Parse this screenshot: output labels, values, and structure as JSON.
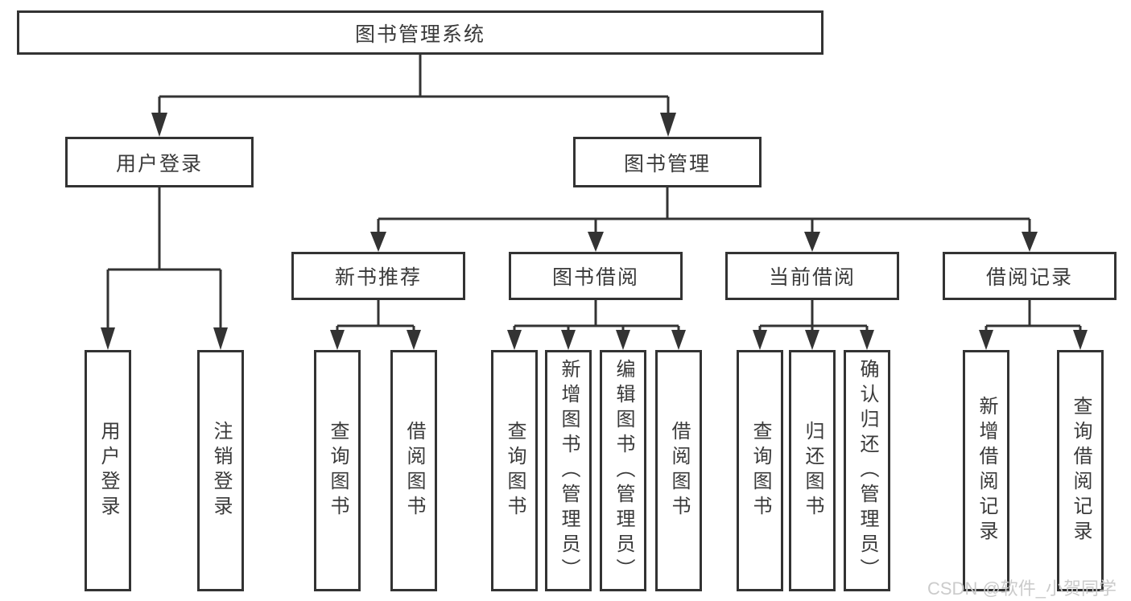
{
  "colors": {
    "line": "#333333",
    "box_border": "#333333",
    "box_fill": "#ffffff",
    "text": "#3a3a3a",
    "watermark": "#cbcbcb",
    "background": "#ffffff"
  },
  "nodes": {
    "root": "图书管理系统",
    "user_login": "用户登录",
    "book_management": "图书管理",
    "new_book_recommend": "新书推荐",
    "book_borrow": "图书借阅",
    "current_borrow": "当前借阅",
    "borrow_record": "借阅记录",
    "ul_user_login": "用户登录",
    "ul_logout": "注销登录",
    "nb_query_book": "查询图书",
    "nb_borrow_book": "借阅图书",
    "bb_query_book": "查询图书",
    "bb_add_book": "新增图书（管理员）",
    "bb_edit_book": "编辑图书（管理员）",
    "bb_borrow_book": "借阅图书",
    "cb_query_book": "查询图书",
    "cb_return_book": "归还图书",
    "cb_confirm_return": "确认归还（管理员）",
    "br_add_record": "新增借阅记录",
    "br_query_record": "查询借阅记录"
  },
  "watermark": "CSDN @软件_小贺同学",
  "hierarchy": {
    "label": "图书管理系统",
    "children": [
      {
        "label": "用户登录",
        "children": [
          {
            "label": "用户登录"
          },
          {
            "label": "注销登录"
          }
        ]
      },
      {
        "label": "图书管理",
        "children": [
          {
            "label": "新书推荐",
            "children": [
              {
                "label": "查询图书"
              },
              {
                "label": "借阅图书"
              }
            ]
          },
          {
            "label": "图书借阅",
            "children": [
              {
                "label": "查询图书"
              },
              {
                "label": "新增图书（管理员）"
              },
              {
                "label": "编辑图书（管理员）"
              },
              {
                "label": "借阅图书"
              }
            ]
          },
          {
            "label": "当前借阅",
            "children": [
              {
                "label": "查询图书"
              },
              {
                "label": "归还图书"
              },
              {
                "label": "确认归还（管理员）"
              }
            ]
          },
          {
            "label": "借阅记录",
            "children": [
              {
                "label": "新增借阅记录"
              },
              {
                "label": "查询借阅记录"
              }
            ]
          }
        ]
      }
    ]
  }
}
